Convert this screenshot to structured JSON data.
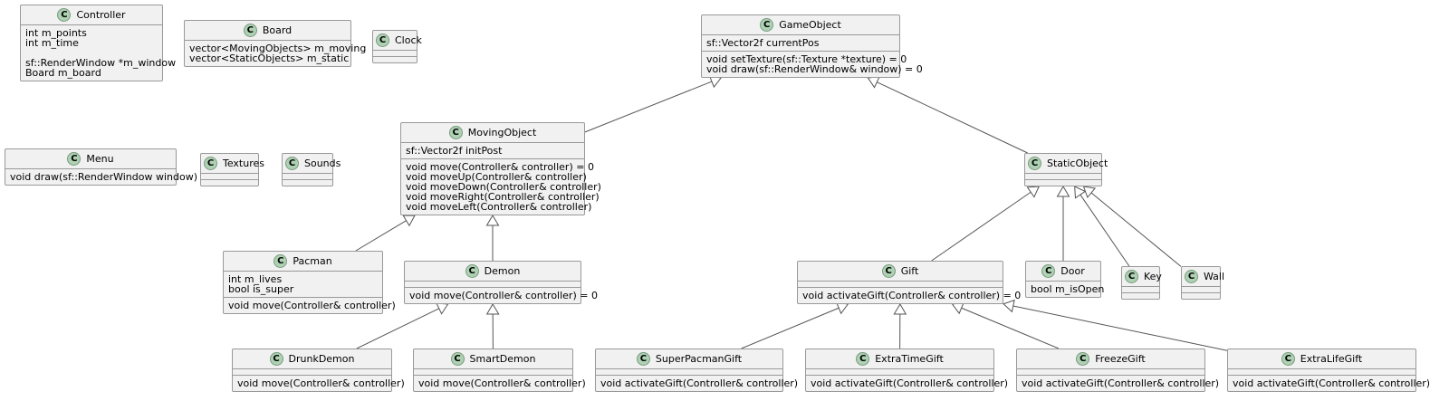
{
  "diagram": {
    "classes": {
      "controller": {
        "name": "Controller",
        "icon": "class-c-icon",
        "fields": [
          "int m_points",
          "int m_time",
          "",
          "sf::RenderWindow *m_window",
          "Board m_board"
        ],
        "methods": null
      },
      "board": {
        "name": "Board",
        "icon": "class-c-icon",
        "fields": [
          "vector<MovingObjects> m_moving",
          "vector<StaticObjects> m_static"
        ],
        "methods": null
      },
      "clock": {
        "name": "Clock",
        "icon": "class-c-icon",
        "fields": [],
        "methods": []
      },
      "menu": {
        "name": "Menu",
        "icon": "class-c-icon",
        "fields": null,
        "methods": [
          "void draw(sf::RenderWindow window)"
        ]
      },
      "textures": {
        "name": "Textures",
        "icon": "class-c-icon",
        "fields": [],
        "methods": []
      },
      "sounds": {
        "name": "Sounds",
        "icon": "class-c-icon",
        "fields": [],
        "methods": []
      },
      "gameobject": {
        "name": "GameObject",
        "icon": "class-c-icon",
        "fields": [
          "sf::Vector2f currentPos"
        ],
        "methods": [
          "void setTexture(sf::Texture *texture) = 0",
          "void draw(sf::RenderWindow& window) = 0"
        ]
      },
      "movingobject": {
        "name": "MovingObject",
        "icon": "class-c-icon",
        "fields": [
          "sf::Vector2f initPost"
        ],
        "methods": [
          "void move(Controller& controller) = 0",
          "void moveUp(Controller& controller)",
          "void moveDown(Controller& controller)",
          "void moveRight(Controller& controller)",
          "void moveLeft(Controller& controller)"
        ]
      },
      "staticobject": {
        "name": "StaticObject",
        "icon": "class-c-icon",
        "fields": [],
        "methods": []
      },
      "pacman": {
        "name": "Pacman",
        "icon": "class-c-icon",
        "fields": [
          "int m_lives",
          "bool is_super"
        ],
        "methods": [
          "void move(Controller& controller)"
        ]
      },
      "demon": {
        "name": "Demon",
        "icon": "class-c-icon",
        "fields": [],
        "methods": [
          "void move(Controller& controller) = 0"
        ]
      },
      "drunkdemon": {
        "name": "DrunkDemon",
        "icon": "class-c-icon",
        "fields": [],
        "methods": [
          "void move(Controller& controller)"
        ]
      },
      "smartdemon": {
        "name": "SmartDemon",
        "icon": "class-c-icon",
        "fields": [],
        "methods": [
          "void move(Controller& controller)"
        ]
      },
      "gift": {
        "name": "Gift",
        "icon": "class-c-icon",
        "fields": [],
        "methods": [
          "void activateGift(Controller& controller) = 0"
        ]
      },
      "door": {
        "name": "Door",
        "icon": "class-c-icon",
        "fields": [
          "bool m_isOpen"
        ],
        "methods": null
      },
      "key": {
        "name": "Key",
        "icon": "class-c-icon",
        "fields": [],
        "methods": []
      },
      "wall": {
        "name": "Wall",
        "icon": "class-c-icon",
        "fields": [],
        "methods": []
      },
      "superpacmangift": {
        "name": "SuperPacmanGift",
        "icon": "class-c-icon",
        "fields": [],
        "methods": [
          "void activateGift(Controller& controller)"
        ]
      },
      "extratimegift": {
        "name": "ExtraTimeGift",
        "icon": "class-c-icon",
        "fields": [],
        "methods": [
          "void activateGift(Controller& controller)"
        ]
      },
      "freezegift": {
        "name": "FreezeGift",
        "icon": "class-c-icon",
        "fields": [],
        "methods": [
          "void activateGift(Controller& controller)"
        ]
      },
      "extralifegift": {
        "name": "ExtraLifeGift",
        "icon": "class-c-icon",
        "fields": [],
        "methods": [
          "void activateGift(Controller& controller)"
        ]
      }
    },
    "edges": [
      {
        "from": "movingobject",
        "to": "gameobject"
      },
      {
        "from": "staticobject",
        "to": "gameobject"
      },
      {
        "from": "pacman",
        "to": "movingobject"
      },
      {
        "from": "demon",
        "to": "movingobject"
      },
      {
        "from": "drunkdemon",
        "to": "demon"
      },
      {
        "from": "smartdemon",
        "to": "demon"
      },
      {
        "from": "gift",
        "to": "staticobject"
      },
      {
        "from": "door",
        "to": "staticobject"
      },
      {
        "from": "key",
        "to": "staticobject"
      },
      {
        "from": "wall",
        "to": "staticobject"
      },
      {
        "from": "superpacmangift",
        "to": "gift"
      },
      {
        "from": "extratimegift",
        "to": "gift"
      },
      {
        "from": "freezegift",
        "to": "gift"
      },
      {
        "from": "extralifegift",
        "to": "gift"
      }
    ],
    "colors": {
      "background": "#ffffff",
      "box_fill": "#f1f1f1",
      "box_border": "#999999",
      "icon_fill": "#add1b2",
      "edge": "#555555"
    }
  }
}
